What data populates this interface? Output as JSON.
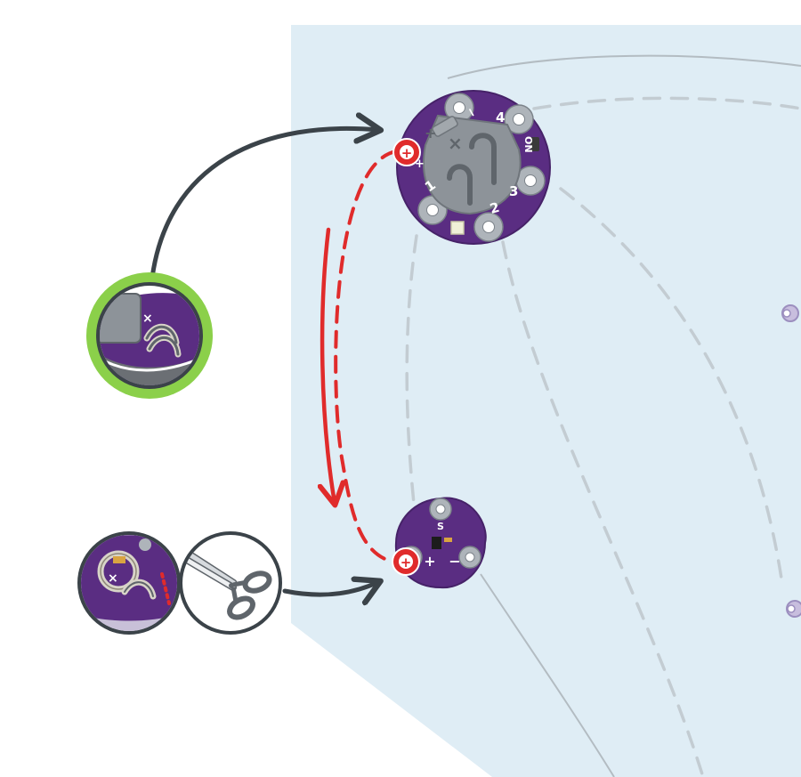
{
  "colors": {
    "background": "#ffffff",
    "panel": "#dfedf5",
    "board_purple": "#5a2d82",
    "board_purple_dark": "#462268",
    "battery_gray": "#8d9399",
    "connection_red": "#e02b2b",
    "arrow_dark": "#3b4349",
    "highlight_green": "#8bd04a",
    "dashed_gray": "#c3ccd2"
  },
  "icons": [
    "plus-icon",
    "scissors-icon",
    "knot-icon"
  ],
  "coin_cell_board": {
    "pin_1": "1",
    "pin_2": "2",
    "pin_3": "3",
    "pin_4": "4",
    "minus_label": "−",
    "plus_label": "+",
    "cell_plus": "+",
    "cell_x": "×",
    "switch_label": "ON",
    "plus_marker": "+"
  },
  "sensor_board": {
    "signal_label": "S",
    "plus_label": "+",
    "minus_label": "−",
    "plus_marker": "+"
  },
  "detail_tied": {
    "x_label": "×"
  },
  "detail_cut": {
    "x_label": "×"
  }
}
